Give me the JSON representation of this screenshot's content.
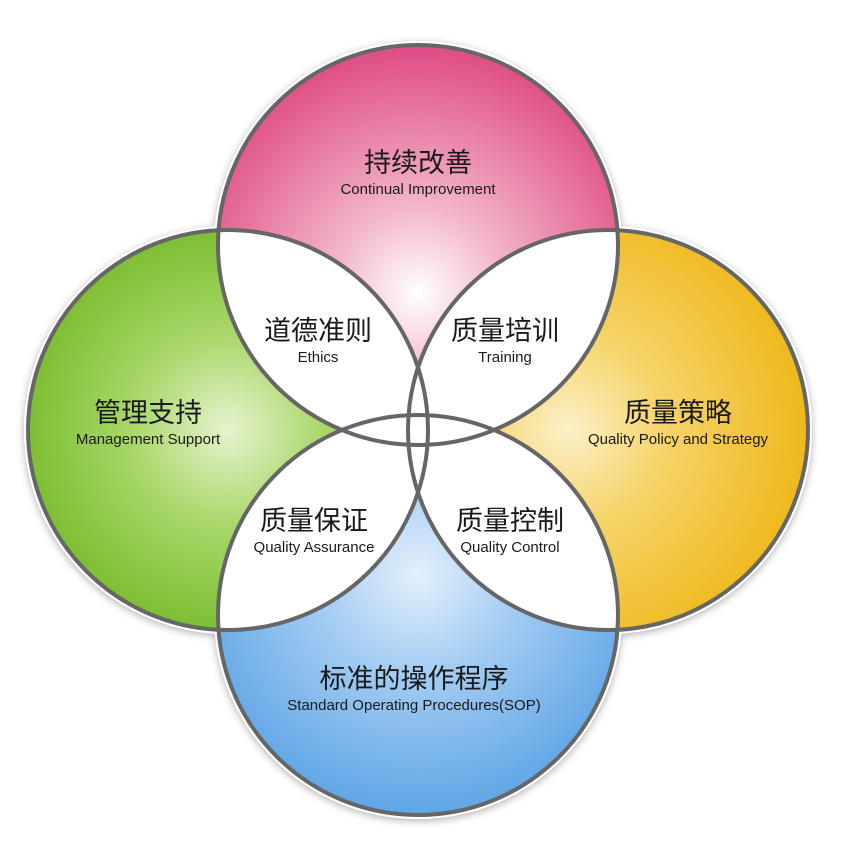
{
  "colors": {
    "top": "#e0578a",
    "left": "#7cbf2a",
    "right": "#f2c232",
    "bottom": "#6fb0ea",
    "ring": "#666666"
  },
  "circles": {
    "top": {
      "cn": "持续改善",
      "en": "Continual Improvement"
    },
    "left": {
      "cn": "管理支持",
      "en": "Management Support"
    },
    "right": {
      "cn": "质量策略",
      "en": "Quality Policy and Strategy"
    },
    "bottom": {
      "cn": "标准的操作程序",
      "en": "Standard Operating Procedures(SOP)"
    }
  },
  "overlaps": {
    "top_left": {
      "cn": "道德准则",
      "en": "Ethics"
    },
    "top_right": {
      "cn": "质量培训",
      "en": "Training"
    },
    "bottom_left": {
      "cn": "质量保证",
      "en": "Quality Assurance"
    },
    "bottom_right": {
      "cn": "质量控制",
      "en": "Quality Control"
    }
  }
}
